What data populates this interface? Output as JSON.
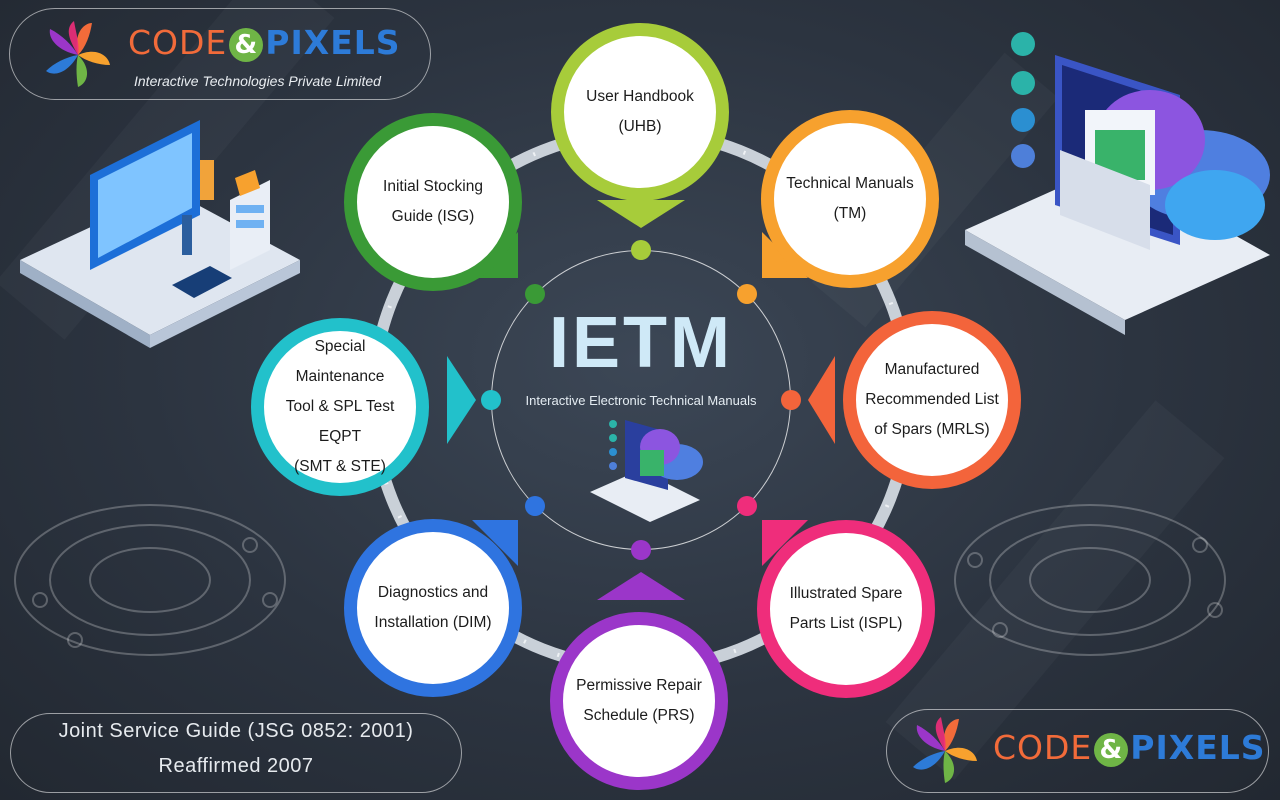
{
  "brand": {
    "code": "CODE",
    "amp": "&",
    "pixels": "PIXELS",
    "tagline": "Interactive Technologies Private Limited"
  },
  "center": {
    "title": "IETM",
    "subtitle": "Interactive Electronic Technical Manuals"
  },
  "nodes": [
    {
      "label": "User Handbook\n(UHB)",
      "color": "#a7cc3a"
    },
    {
      "label": "Technical Manuals\n(TM)",
      "color": "#f7a12e"
    },
    {
      "label": "Manufactured\nRecommended List\nof Spars (MRLS)",
      "color": "#f3643b"
    },
    {
      "label": "Illustrated Spare\nParts List (ISPL)",
      "color": "#ef2d7b"
    },
    {
      "label": "Permissive Repair\nSchedule (PRS)",
      "color": "#9b36c9"
    },
    {
      "label": "Diagnostics and\nInstallation (DIM)",
      "color": "#2f74e0"
    },
    {
      "label": "Special Maintenance\nTool & SPL Test EQPT\n(SMT & STE)",
      "color": "#22c1cb"
    },
    {
      "label": "Initial Stocking\nGuide (ISG)",
      "color": "#3a9a36"
    }
  ],
  "footer": {
    "line1": "Joint Service Guide (JSG 0852: 2001)",
    "line2": "Reaffirmed 2007"
  }
}
